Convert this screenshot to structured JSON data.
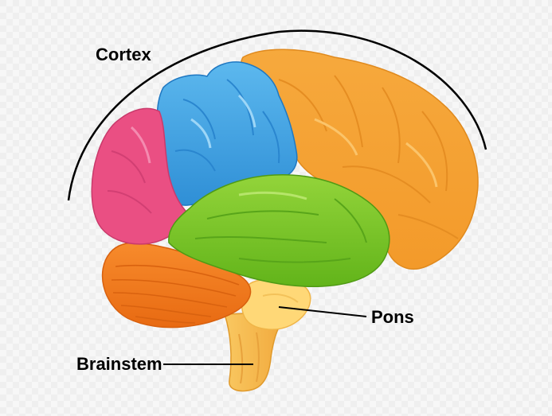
{
  "labels": {
    "cortex": "Cortex",
    "pons": "Pons",
    "brainstem": "Brainstem"
  },
  "colors": {
    "background": "#f4f4f4",
    "occipital": "#ea4f83",
    "parietal": "#49a8e4",
    "frontal": "#f6a93d",
    "temporal": "#7cc628",
    "cerebellum": "#f27b1e",
    "pons": "#ffd16a",
    "brainstem": "#f9b84d",
    "outline": "#000000"
  }
}
